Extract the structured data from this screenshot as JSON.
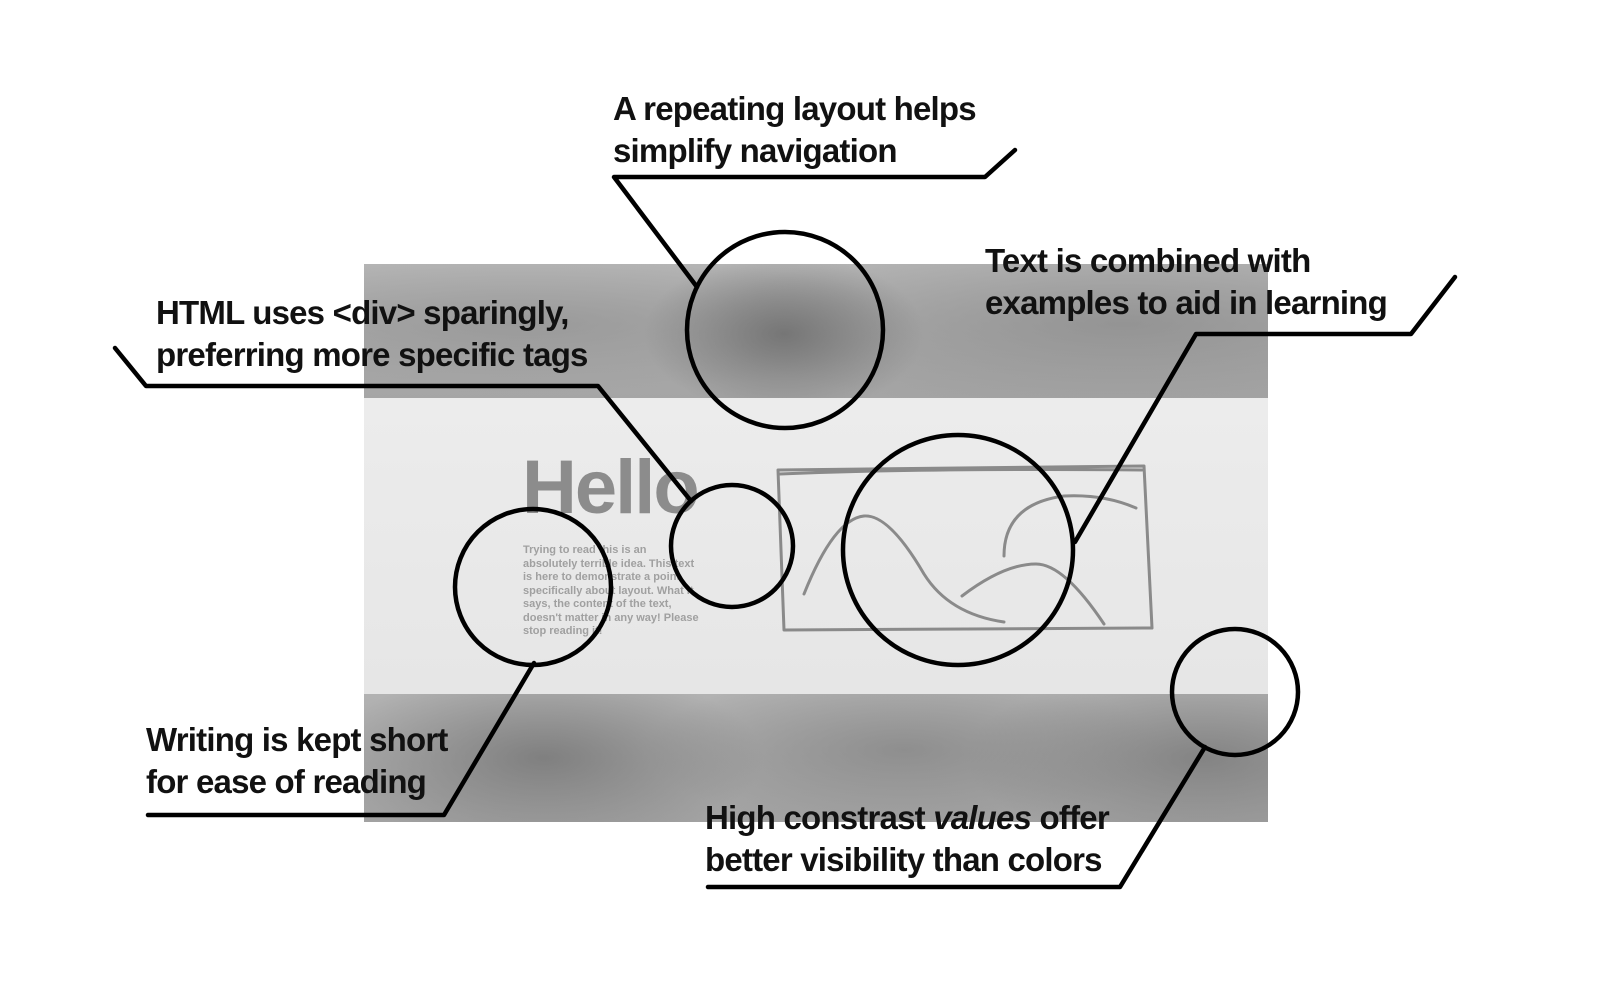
{
  "mockup": {
    "heading": "Hello",
    "body": "Trying to read this is an absolutely terrible idea. This text is here to demonstrate a point, specifically about layout. What it says, the content of the text, doesn't matter in any way! Please stop reading it!"
  },
  "annotations": {
    "repeating_layout": {
      "line1": "A repeating layout helps",
      "line2": "simplify navigation"
    },
    "html_div": {
      "line1": "HTML uses <div> sparingly,",
      "line2": "preferring more specific tags"
    },
    "text_examples": {
      "line1": "Text is combined with",
      "line2": "examples to aid in learning"
    },
    "writing_short": {
      "line1": "Writing is kept short",
      "line2": "for ease of reading"
    },
    "high_contrast": {
      "pre": "High constrast ",
      "emph": "values",
      "post": " offer",
      "line2": "better visibility than colors"
    }
  },
  "colors": {
    "ink": "#111111",
    "band_gray": "#a9a9a9",
    "panel_gray": "#e9e9e9",
    "sketch_gray": "#8a8a8a"
  }
}
